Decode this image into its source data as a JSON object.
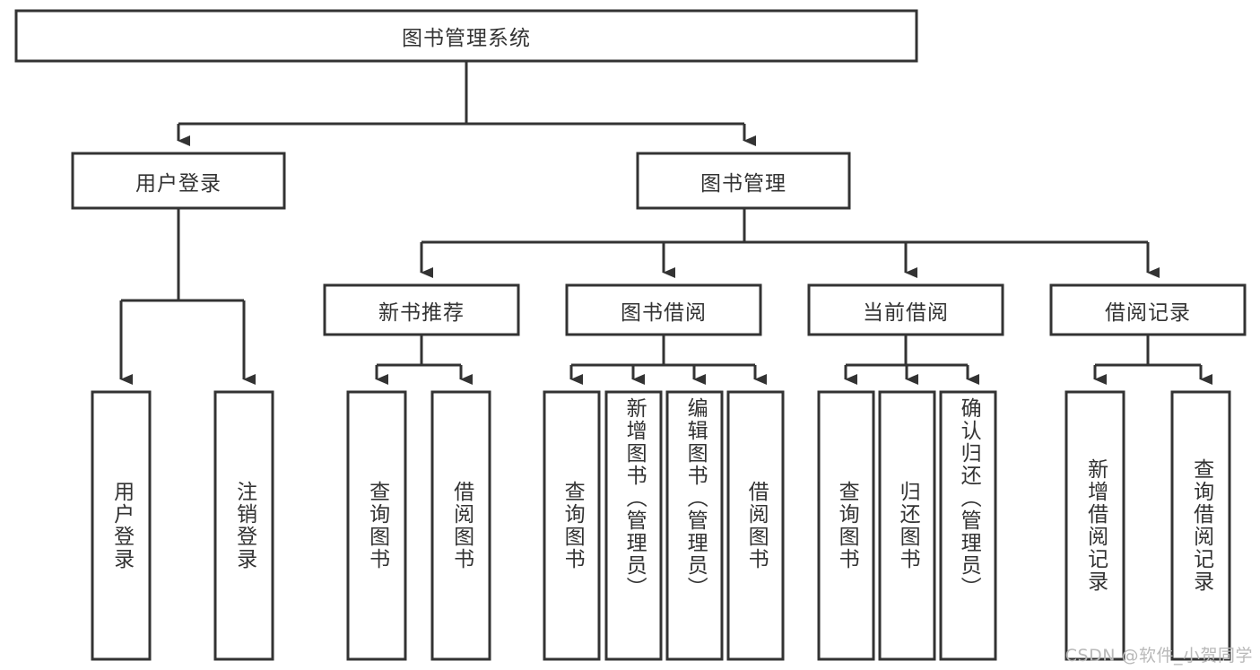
{
  "diagram": {
    "type": "tree",
    "title": "图书管理系统",
    "orientation": "top-down",
    "watermark": "CSDN @软件_小贺同学",
    "colors": {
      "box_stroke": "#333333",
      "box_fill": "#ffffff",
      "text": "#333333",
      "connector": "#333333",
      "watermark": "#b9b9b9",
      "background": "#ffffff"
    },
    "nodes": {
      "root": {
        "label": "图书管理系统"
      },
      "level2": [
        {
          "id": "user-login",
          "label": "用户登录"
        },
        {
          "id": "book-manage",
          "label": "图书管理"
        }
      ],
      "level3": [
        {
          "id": "new-book-recommend",
          "label": "新书推荐"
        },
        {
          "id": "book-borrow",
          "label": "图书借阅"
        },
        {
          "id": "current-borrow",
          "label": "当前借阅"
        },
        {
          "id": "borrow-record",
          "label": "借阅记录"
        }
      ],
      "leaves": {
        "user_login": [
          {
            "id": "leaf-user-login",
            "label": "用户登录"
          },
          {
            "id": "leaf-logout",
            "label": "注销登录"
          }
        ],
        "new_book_recommend": [
          {
            "id": "leaf-query-book-1",
            "label": "查询图书"
          },
          {
            "id": "leaf-borrow-book-1",
            "label": "借阅图书"
          }
        ],
        "book_borrow": [
          {
            "id": "leaf-query-book-2",
            "label": "查询图书"
          },
          {
            "id": "leaf-add-book",
            "label": "新增图书（管理员）"
          },
          {
            "id": "leaf-edit-book",
            "label": "编辑图书（管理员）"
          },
          {
            "id": "leaf-borrow-book-2",
            "label": "借阅图书"
          }
        ],
        "current_borrow": [
          {
            "id": "leaf-query-book-3",
            "label": "查询图书"
          },
          {
            "id": "leaf-return-book",
            "label": "归还图书"
          },
          {
            "id": "leaf-confirm-return",
            "label": "确认归还（管理员）"
          }
        ],
        "borrow_record": [
          {
            "id": "leaf-add-record",
            "label": "新增借阅记录"
          },
          {
            "id": "leaf-query-record",
            "label": "查询借阅记录"
          }
        ]
      }
    }
  }
}
